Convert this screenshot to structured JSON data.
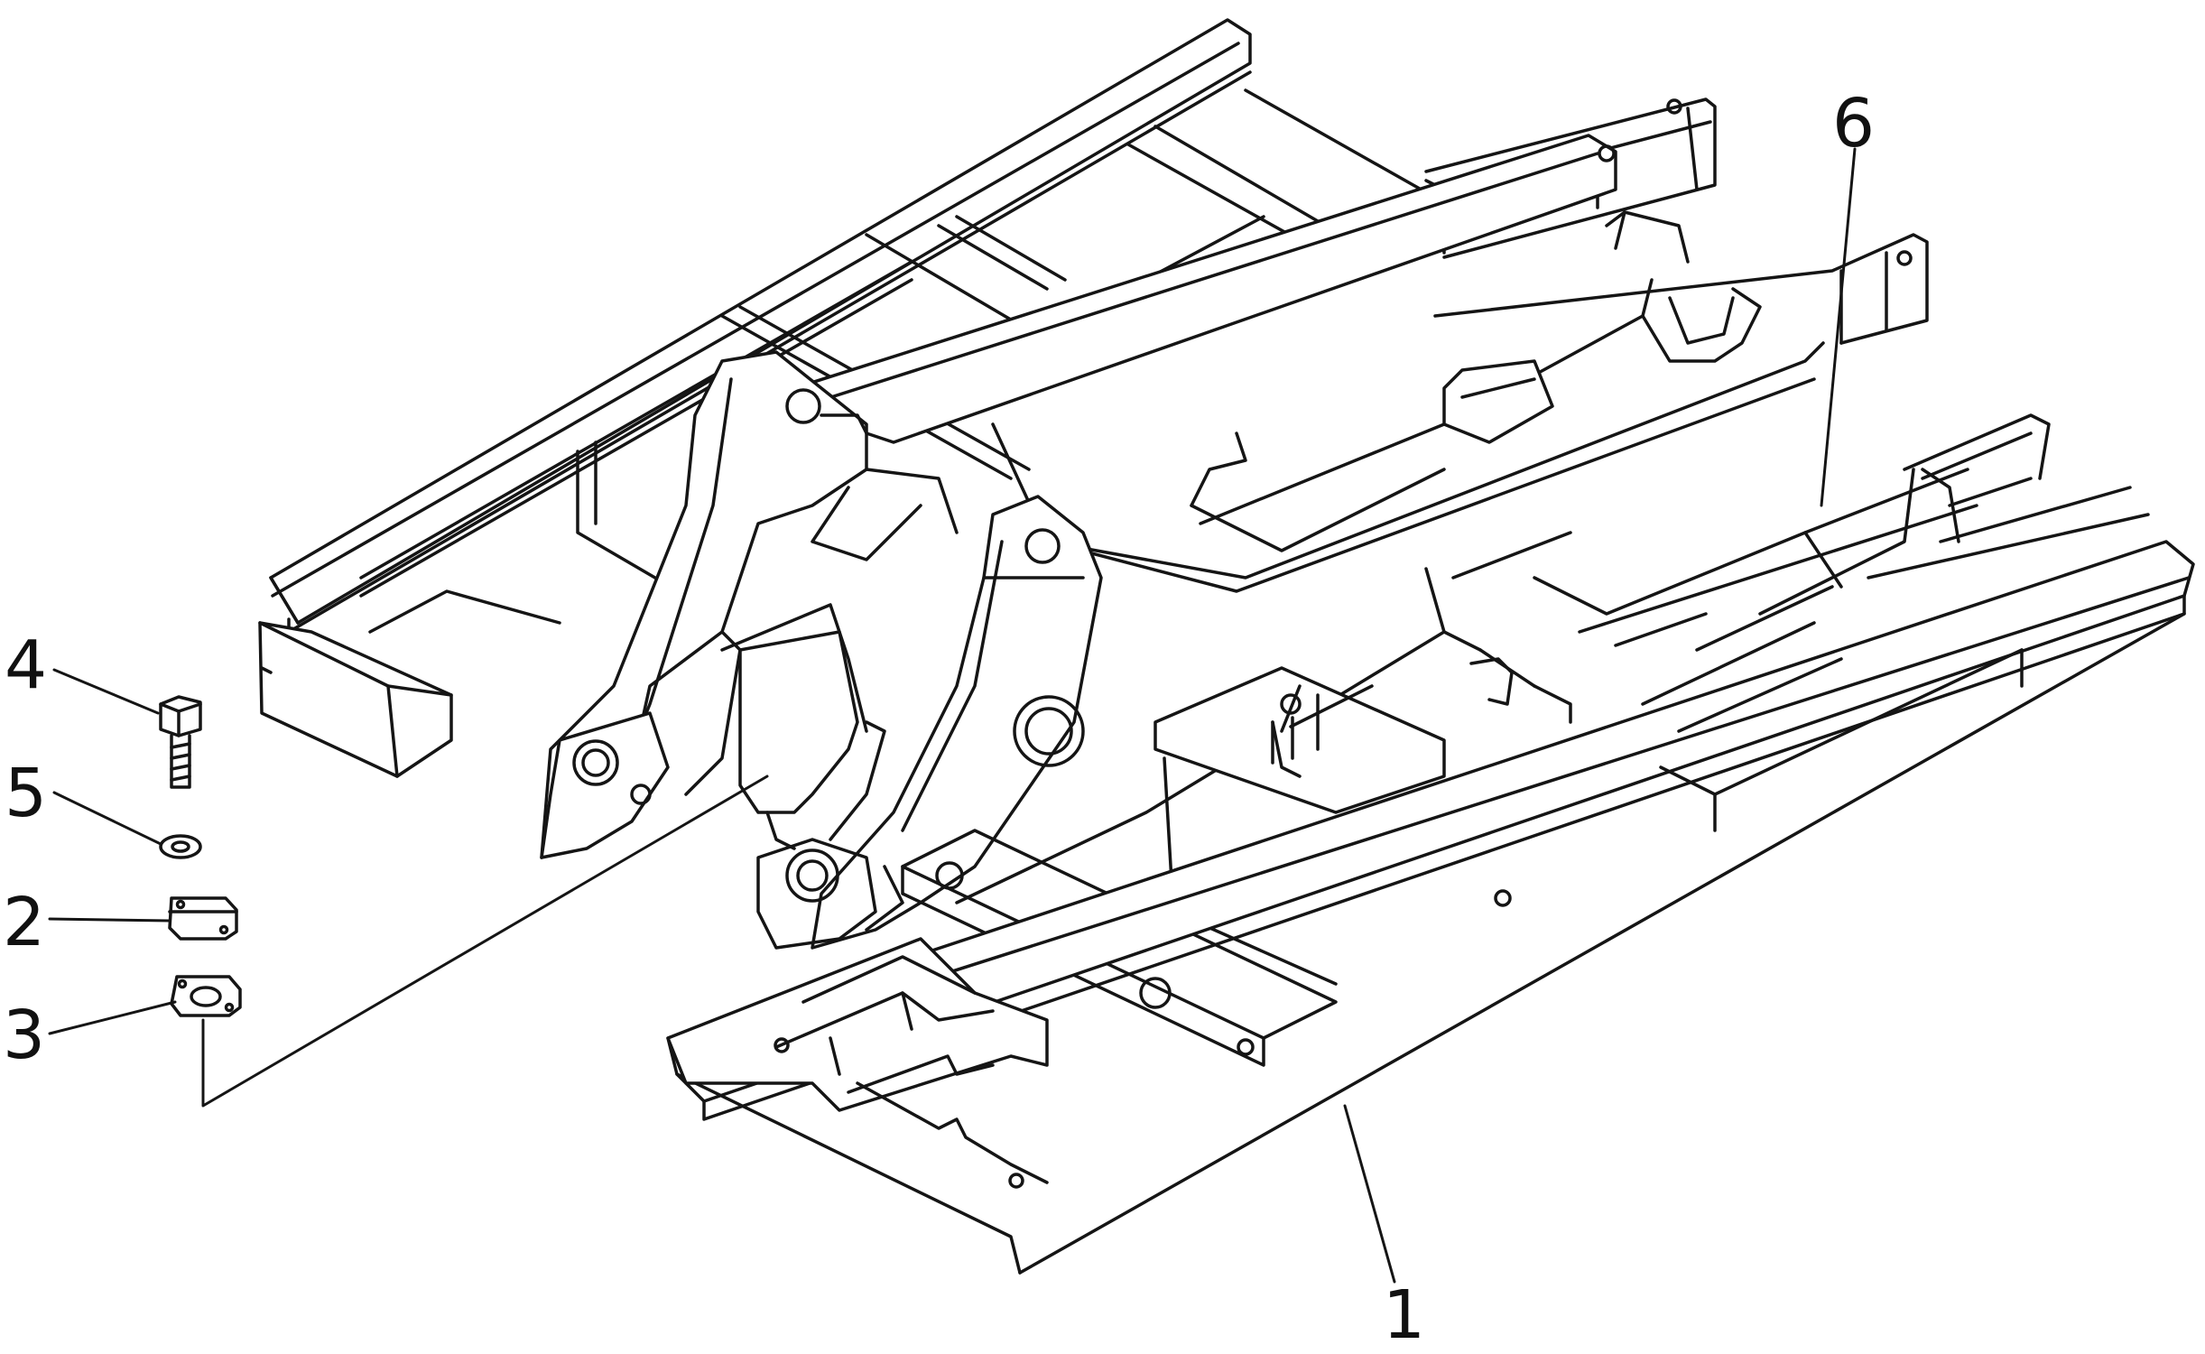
{
  "diagram": {
    "ink_color": "#151515",
    "background": "#ffffff",
    "callouts": [
      {
        "id": "1",
        "label": "1",
        "part": "main-frame"
      },
      {
        "id": "2",
        "label": "2",
        "part": "cover-plate"
      },
      {
        "id": "3",
        "label": "3",
        "part": "gasket"
      },
      {
        "id": "4",
        "label": "4",
        "part": "bolt"
      },
      {
        "id": "5",
        "label": "5",
        "part": "washer"
      },
      {
        "id": "6",
        "label": "6",
        "part": "frame-rail"
      }
    ]
  }
}
